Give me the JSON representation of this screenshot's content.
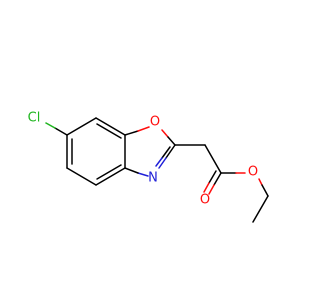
{
  "molecule": {
    "atoms": {
      "chlorine": {
        "label": "Cl",
        "color": "#1fb51f"
      },
      "ring_oxygen": {
        "label": "O",
        "color": "#ff0d0d"
      },
      "ring_nitrogen": {
        "label": "N",
        "color": "#2020d8"
      },
      "carbonyl_oxygen": {
        "label": "O",
        "color": "#ff0d0d"
      },
      "ester_oxygen": {
        "label": "O",
        "color": "#ff0d0d"
      }
    },
    "bond_color": "#000000"
  }
}
